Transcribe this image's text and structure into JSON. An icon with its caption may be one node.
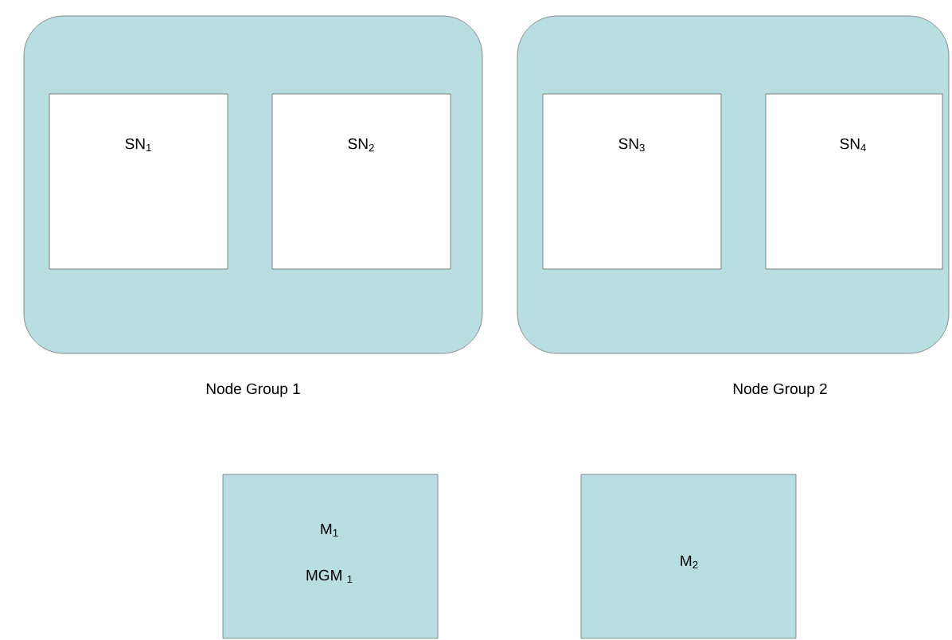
{
  "diagram": {
    "nodes": [
      {
        "text": [
          "Node Group 1"
        ]
      },
      {
        "text": [
          "SN$_{1}$"
        ],
        "in": 0
      },
      {
        "text": [
          "SN$_{2}$"
        ],
        "in": 0
      },
      {
        "text": [
          "Node Group 2"
        ]
      },
      {
        "text": [
          "SN$_{3}$"
        ],
        "in": 3
      },
      {
        "text": [
          "SN$_{4}$"
        ],
        "in": 3
      },
      {
        "text": [
          "M$_{1}$",
          "MGM $_{1}$"
        ]
      },
      {
        "text": [
          "M$_{2}$"
        ]
      }
    ]
  }
}
